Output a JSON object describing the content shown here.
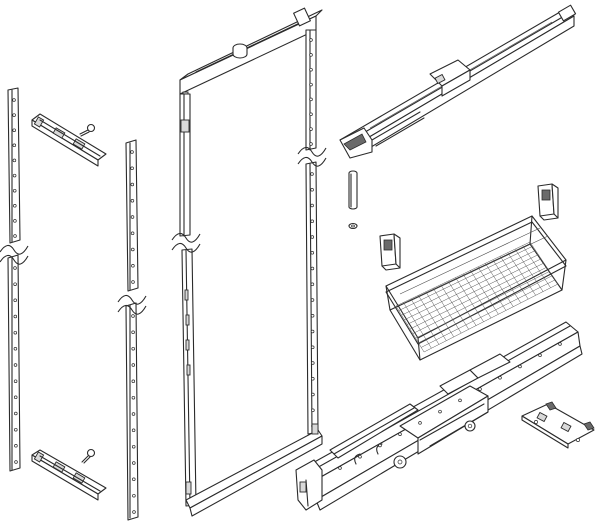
{
  "figure": {
    "type": "exploded-assembly-drawing",
    "line_color": "#2b2b2b",
    "background": "#ffffff",
    "parts": [
      "left-rail",
      "upper-mount-bracket",
      "lower-mount-bracket",
      "screw",
      "center-rail",
      "frame",
      "top-runner",
      "guide-pin",
      "washer",
      "basket-clip-right",
      "basket-clip-left",
      "wire-basket",
      "bottom-runner",
      "mounting-plate"
    ]
  }
}
